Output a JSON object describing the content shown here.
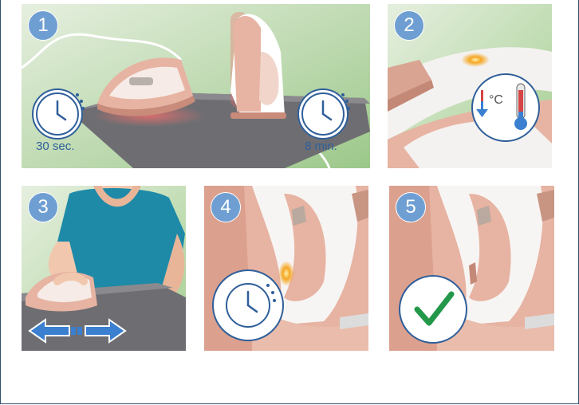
{
  "steps": [
    {
      "number": "1",
      "times": [
        "30 sec.",
        "8 min."
      ]
    },
    {
      "number": "2",
      "temperature_unit": "°C"
    },
    {
      "number": "3"
    },
    {
      "number": "4"
    },
    {
      "number": "5"
    }
  ],
  "colors": {
    "badge": "#6f9fd2",
    "clock": "#2f5f9a",
    "check": "#23984a",
    "iron_body": "#e7b3a2",
    "board": "#6e6e72"
  },
  "icons": [
    "clock-icon",
    "thermometer-icon",
    "arrow-down-icon",
    "double-arrow-icon",
    "checkmark-icon"
  ]
}
